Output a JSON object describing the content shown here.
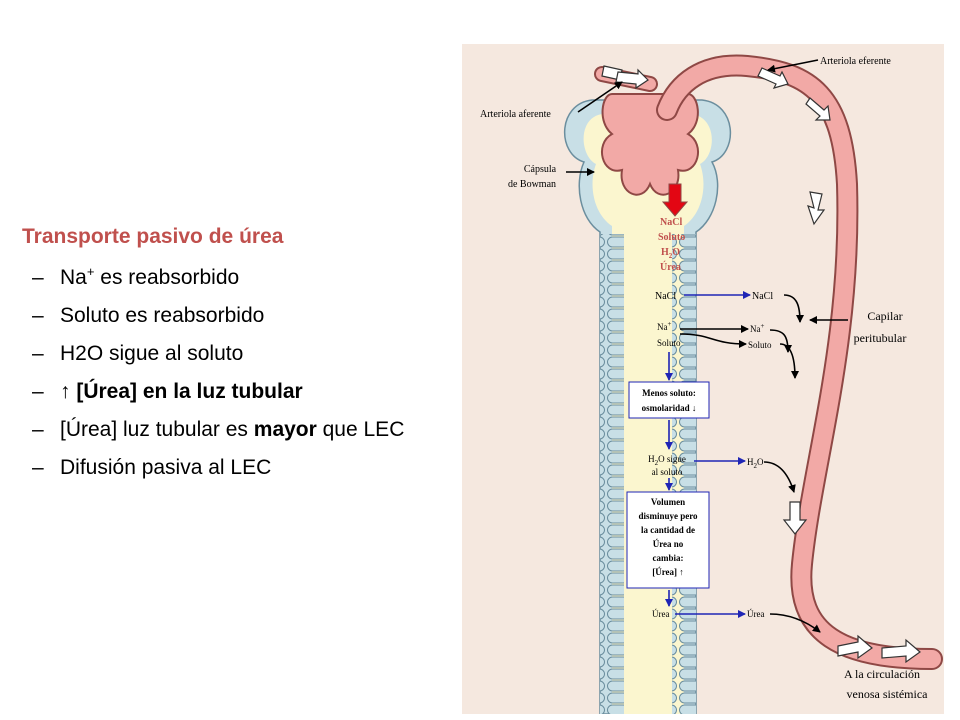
{
  "slide": {
    "title": "Transporte pasivo de úrea",
    "bullets": [
      {
        "dash": "–",
        "pre": "Na",
        "sup": "+",
        "post": " es reabsorbido"
      },
      {
        "dash": "–",
        "text": "Soluto es reabsorbido"
      },
      {
        "dash": "–",
        "text": "H2O sigue al soluto"
      },
      {
        "dash": "–",
        "arrow": "↑",
        "bold_text": " [Úrea] en la luz tubular"
      },
      {
        "dash": "–",
        "pre": "[Úrea] luz tubular es ",
        "bold": "mayor",
        "post": " que LEC"
      },
      {
        "dash": "–",
        "text": "Difusión pasiva al LEC"
      }
    ]
  },
  "diagram": {
    "labels": {
      "arteriola_eferente": "Arteriola eferente",
      "arteriola_aferente": "Arteriola aferente",
      "capsula_1": "Cápsula",
      "capsula_2": "de Bowman",
      "capilar_1": "Capilar",
      "capilar_2": "peritubular",
      "circulacion_1": "A la circulación",
      "circulacion_2": "venosa sistémica"
    },
    "filtrate": {
      "nacl": "NaCl",
      "soluto": "Soluto",
      "h2o_pre": "H",
      "h2o_sub": "2",
      "h2o_post": "O",
      "urea": "Úrea"
    },
    "lumen": {
      "nacl": "NaCl",
      "na_pre": "Na",
      "na_sup": "+",
      "soluto": "Soluto",
      "box1_line1": "Menos soluto:",
      "box1_line2": "osmolaridad ↓",
      "h2o_pre": "H",
      "h2o_sub": "2",
      "h2o_post": "O sigue",
      "h2o_line2": "al soluto",
      "box2_lines": [
        "Volumen",
        "disminuye pero",
        "la cantidad de",
        "Úrea no",
        "cambia:",
        "[Úrea] ↑"
      ],
      "urea": "Úrea"
    },
    "capillary": {
      "nacl": "NaCl",
      "na_pre": "Na",
      "na_sup": "+",
      "soluto": "Soluto",
      "h2o_pre": "H",
      "h2o_sub": "2",
      "h2o_post": "O",
      "urea": "Úrea"
    },
    "colors": {
      "background": "#f5e8df",
      "tubule": "#fbf6cf",
      "cell": "#c8dfe6",
      "vessel": "#f2a9a6",
      "vessel_stroke": "#8f4845",
      "filtrate_text": "#c0504d",
      "blue_arrow": "#1f25b5",
      "filtration_arrow": "#e30613"
    }
  }
}
